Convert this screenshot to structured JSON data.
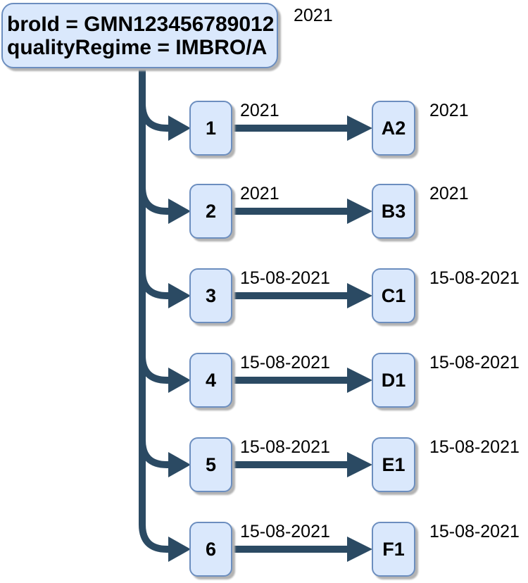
{
  "diagram": {
    "root": {
      "line1": "broId = GMN123456789012",
      "line2": "qualityRegime = IMBRO/A",
      "side_label": "2021"
    },
    "rows": [
      {
        "source": "1",
        "edge_label": "2021",
        "target": "A2",
        "side_label": "2021"
      },
      {
        "source": "2",
        "edge_label": "2021",
        "target": "B3",
        "side_label": "2021"
      },
      {
        "source": "3",
        "edge_label": "15-08-2021",
        "target": "C1",
        "side_label": "15-08-2021"
      },
      {
        "source": "4",
        "edge_label": "15-08-2021",
        "target": "D1",
        "side_label": "15-08-2021"
      },
      {
        "source": "5",
        "edge_label": "15-08-2021",
        "target": "E1",
        "side_label": "15-08-2021"
      },
      {
        "source": "6",
        "edge_label": "15-08-2021",
        "target": "F1",
        "side_label": "15-08-2021"
      }
    ],
    "colors": {
      "box-fill": "#dae8fc",
      "box-border": "#6c8ebf",
      "connector": "#2b4a63",
      "shadow": "#b3b3b3",
      "text": "#000000"
    }
  }
}
